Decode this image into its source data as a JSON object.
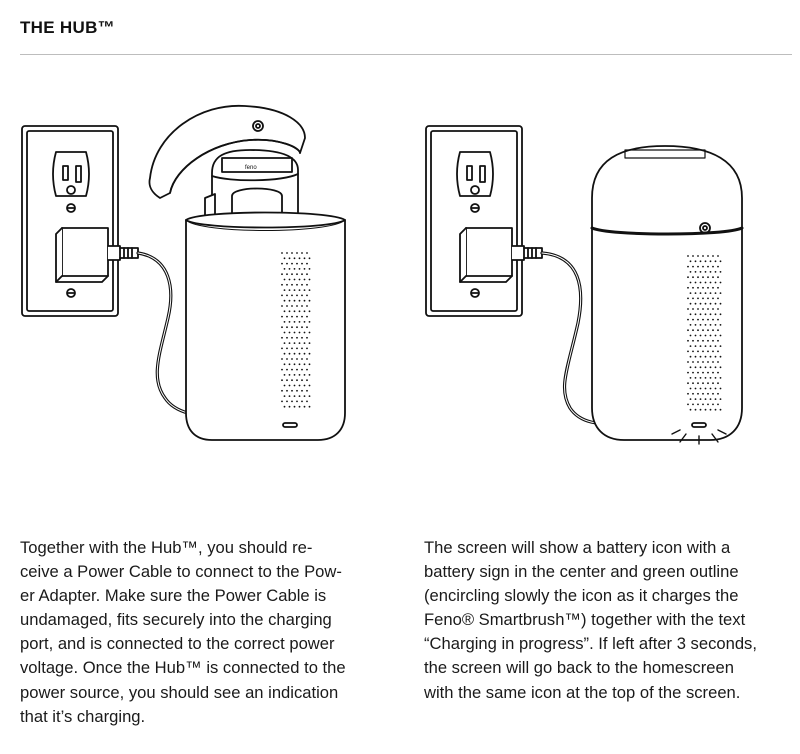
{
  "page": {
    "title": "THE HUB™"
  },
  "content": {
    "left_paragraph": "Together with the Hub™, you should re-\nceive a Power Cable to connect to the Pow-\ner Adapter. Make sure the Power Cable is\nundamaged, fits securely into the charging\nport, and is connected to the correct power\nvoltage. Once the Hub™ is connected to the\npower source, you should see an indication\nthat it’s charging.",
    "right_paragraph": "The screen will show a battery icon with a\nbattery sign in the center and green outline\n(encircling slowly the icon as it charges the\nFeno® Smartbrush™) together with the text\n“Charging in progress”. If left after 3 seconds,\nthe screen will go back to the homescreen\nwith the same icon at the top of the screen."
  }
}
